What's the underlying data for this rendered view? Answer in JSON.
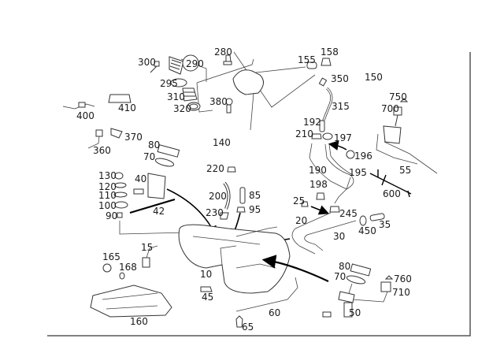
{
  "diagram": {
    "labels": [
      "300",
      "290",
      "280",
      "155",
      "158",
      "350",
      "150",
      "295",
      "310",
      "320",
      "380",
      "315",
      "750",
      "700",
      "400",
      "410",
      "192",
      "210",
      "197",
      "196",
      "370",
      "360",
      "140",
      "80",
      "70",
      "190",
      "195",
      "55",
      "220",
      "130",
      "40",
      "120",
      "198",
      "600",
      "110",
      "200",
      "85",
      "100",
      "42",
      "25",
      "245",
      "230",
      "95",
      "90",
      "20",
      "35",
      "450",
      "30",
      "15",
      "165",
      "168",
      "10",
      "80",
      "70",
      "760",
      "710",
      "45",
      "60",
      "50",
      "160",
      "65"
    ]
  },
  "colors": {
    "line": "#333333",
    "arrow": "#000000",
    "background": "#ffffff"
  }
}
